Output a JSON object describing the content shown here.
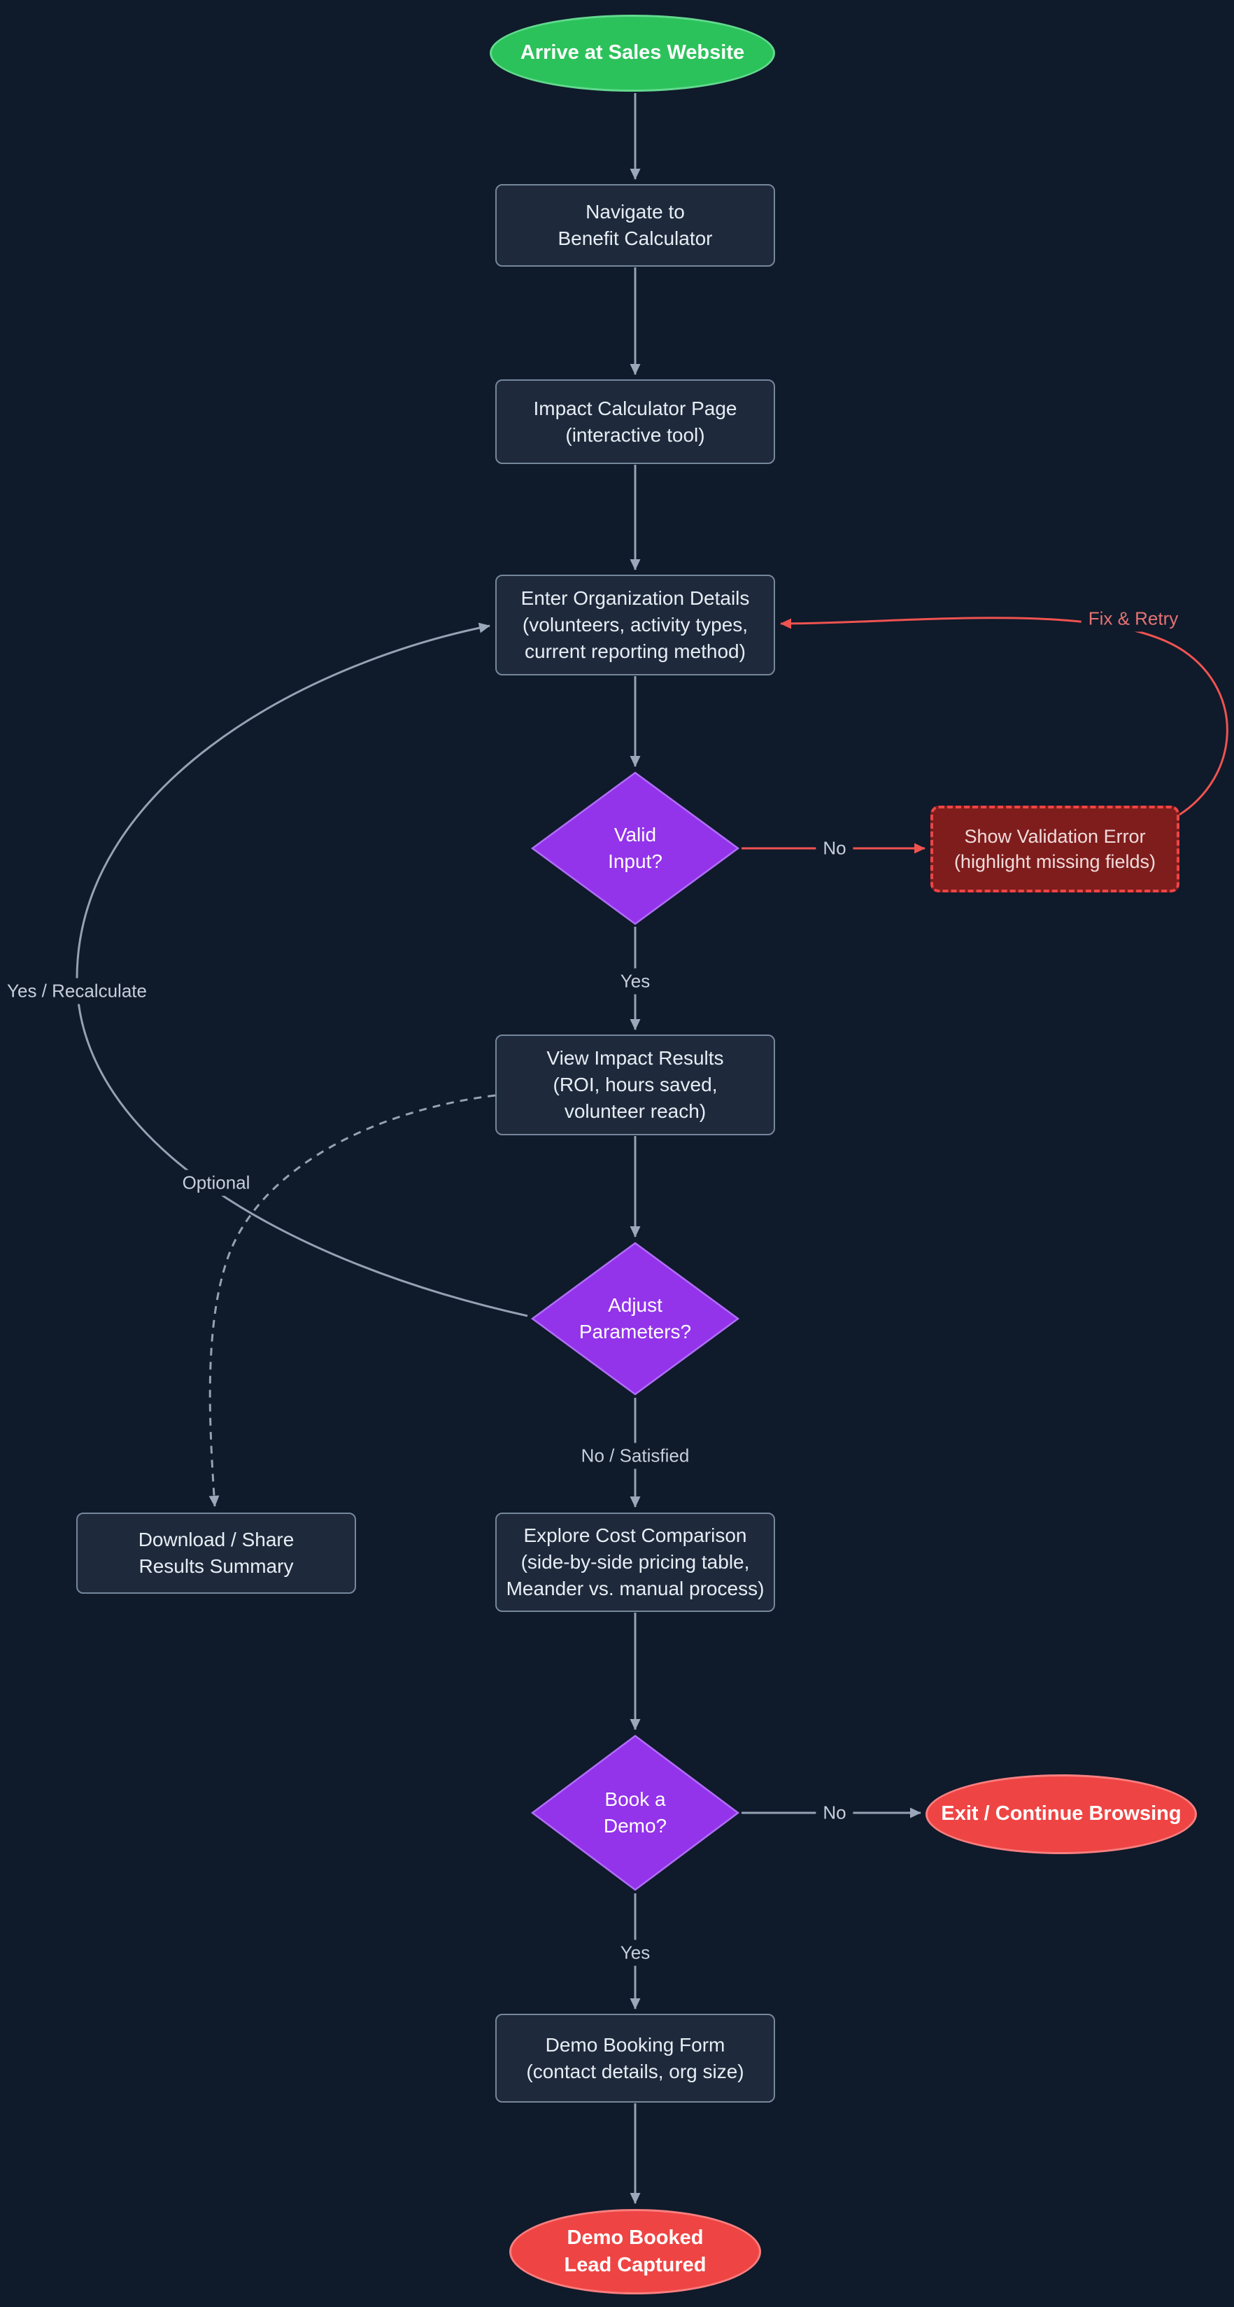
{
  "diagram_type": "flowchart",
  "colors": {
    "background": "#0f1a2b",
    "process_fill": "#1e2a3b",
    "process_border": "#76879c",
    "decision_fill": "#9333ea",
    "decision_border": "#b06ef7",
    "start_fill": "#2cc25b",
    "end_fill": "#ef4444",
    "error_fill": "#7f1d1d",
    "error_border": "#ef4444",
    "edge": "#94a2b4",
    "edge_alert": "#ef5350"
  },
  "nodes": {
    "start": {
      "type": "terminal-start",
      "label": "Arrive at Sales Website"
    },
    "navigate": {
      "type": "process",
      "label": "Navigate to\nBenefit Calculator"
    },
    "impact_page": {
      "type": "process",
      "label": "Impact Calculator Page\n(interactive tool)"
    },
    "enter_details": {
      "type": "process",
      "label": "Enter Organization Details\n(volunteers, activity types,\ncurrent reporting method)"
    },
    "valid_input": {
      "type": "decision",
      "label": "Valid\nInput?"
    },
    "validation_error": {
      "type": "error",
      "label": "Show Validation Error\n(highlight missing fields)"
    },
    "view_results": {
      "type": "process",
      "label": "View Impact Results\n(ROI, hours saved,\nvolunteer reach)"
    },
    "adjust_params": {
      "type": "decision",
      "label": "Adjust\nParameters?"
    },
    "download_share": {
      "type": "process",
      "label": "Download / Share\nResults Summary"
    },
    "explore_cost": {
      "type": "process",
      "label": "Explore Cost Comparison\n(side-by-side pricing table,\nMeander vs. manual process)"
    },
    "book_demo": {
      "type": "decision",
      "label": "Book a\nDemo?"
    },
    "exit_browse": {
      "type": "terminal-end",
      "label": "Exit / Continue Browsing"
    },
    "demo_form": {
      "type": "process",
      "label": "Demo Booking Form\n(contact details, org size)"
    },
    "demo_booked": {
      "type": "terminal-end",
      "label": "Demo Booked\nLead Captured"
    }
  },
  "edges": [
    {
      "from": "start",
      "to": "navigate",
      "label": "",
      "style": "solid"
    },
    {
      "from": "navigate",
      "to": "impact_page",
      "label": "",
      "style": "solid"
    },
    {
      "from": "impact_page",
      "to": "enter_details",
      "label": "",
      "style": "solid"
    },
    {
      "from": "enter_details",
      "to": "valid_input",
      "label": "",
      "style": "solid"
    },
    {
      "from": "valid_input",
      "to": "validation_error",
      "label": "No",
      "style": "solid-red"
    },
    {
      "from": "validation_error",
      "to": "enter_details",
      "label": "Fix & Retry",
      "style": "solid-red"
    },
    {
      "from": "valid_input",
      "to": "view_results",
      "label": "Yes",
      "style": "solid"
    },
    {
      "from": "view_results",
      "to": "adjust_params",
      "label": "",
      "style": "solid"
    },
    {
      "from": "adjust_params",
      "to": "enter_details",
      "label": "Yes / Recalculate",
      "style": "solid"
    },
    {
      "from": "view_results",
      "to": "download_share",
      "label": "Optional",
      "style": "dashed"
    },
    {
      "from": "adjust_params",
      "to": "explore_cost",
      "label": "No / Satisfied",
      "style": "solid"
    },
    {
      "from": "explore_cost",
      "to": "book_demo",
      "label": "",
      "style": "solid"
    },
    {
      "from": "book_demo",
      "to": "exit_browse",
      "label": "No",
      "style": "solid"
    },
    {
      "from": "book_demo",
      "to": "demo_form",
      "label": "Yes",
      "style": "solid"
    },
    {
      "from": "demo_form",
      "to": "demo_booked",
      "label": "",
      "style": "solid"
    }
  ]
}
